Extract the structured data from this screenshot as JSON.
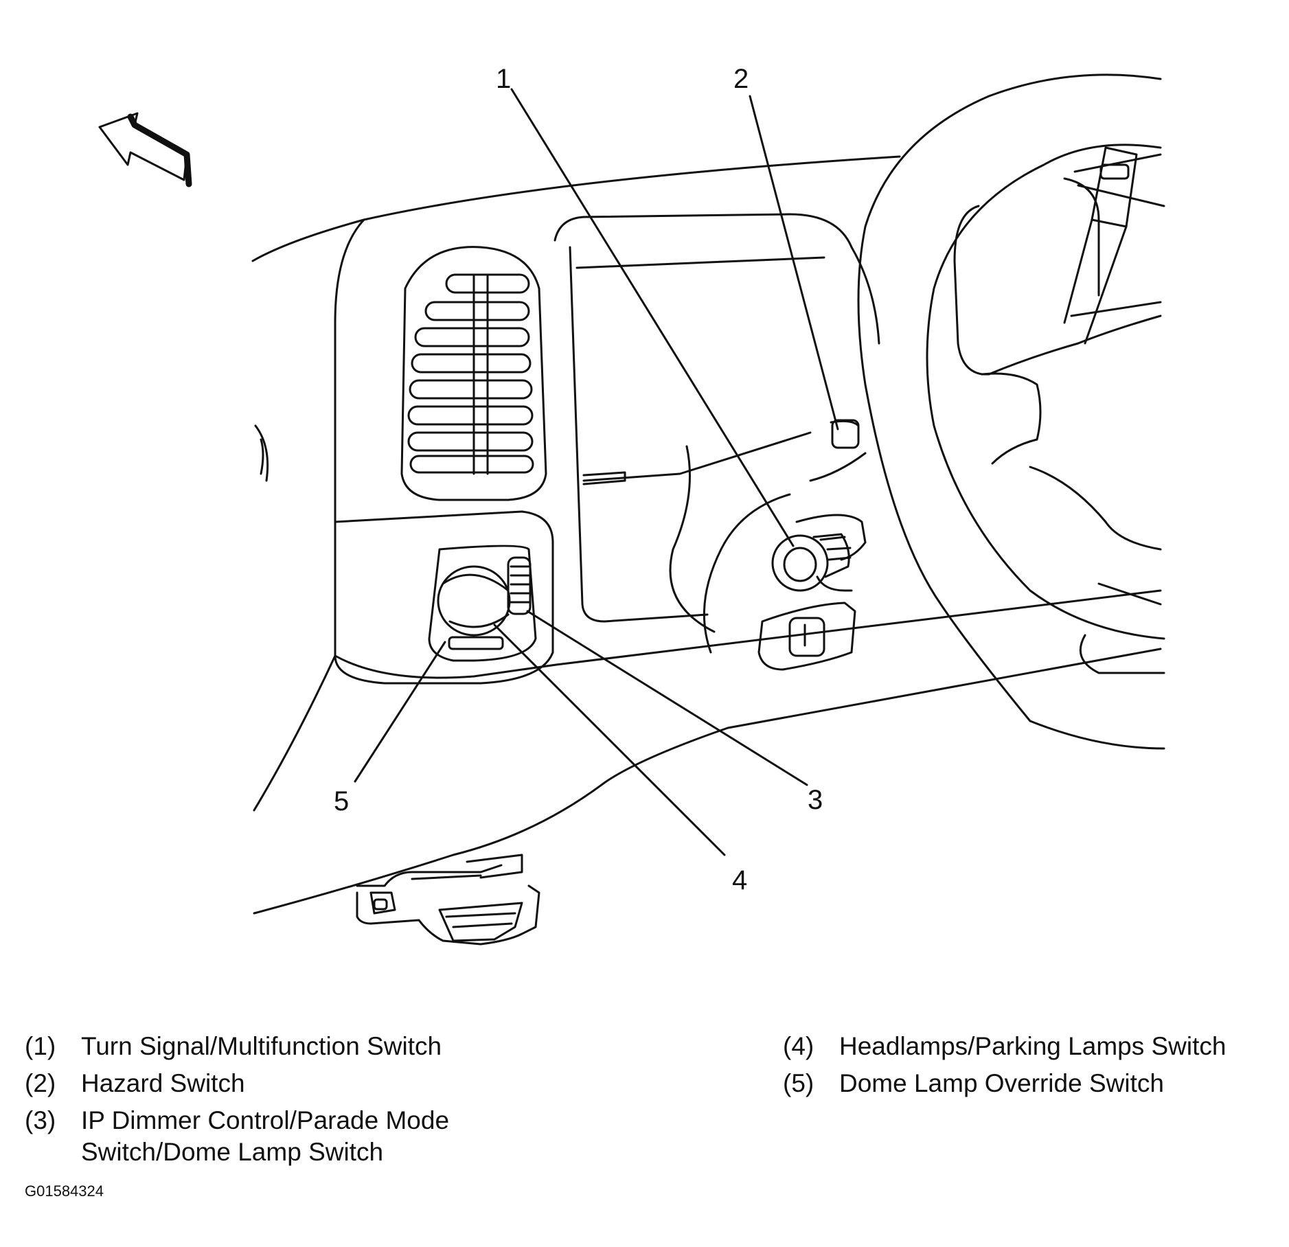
{
  "callouts": [
    "1",
    "2",
    "3",
    "4",
    "5"
  ],
  "legend": {
    "left": [
      {
        "num": "(1)",
        "line1": "Turn Signal/Multifunction Switch",
        "line2": ""
      },
      {
        "num": "(2)",
        "line1": "Hazard Switch",
        "line2": ""
      },
      {
        "num": "(3)",
        "line1": "IP Dimmer Control/Parade Mode",
        "line2": "Switch/Dome Lamp Switch"
      }
    ],
    "right": [
      {
        "num": "(4)",
        "line1": "Headlamps/Parking Lamps Switch"
      },
      {
        "num": "(5)",
        "line1": "Dome Lamp Override Switch"
      }
    ]
  },
  "figure_id": "G01584324",
  "icons": [
    "forward-arrow-icon"
  ],
  "colors": {
    "ink": "#111111",
    "background": "#ffffff"
  }
}
